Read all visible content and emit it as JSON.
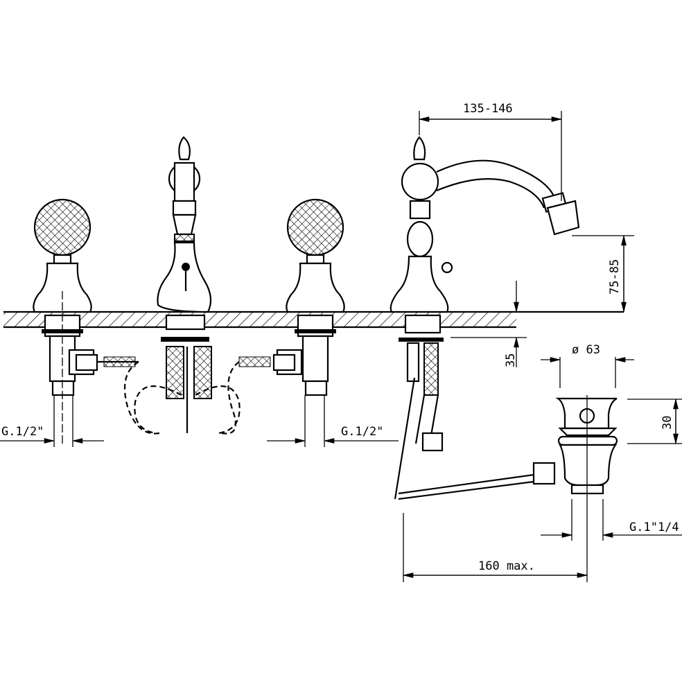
{
  "drawing": {
    "title": "Three-hole bidet mixer with pop-up waste",
    "dimensions": {
      "spout_reach": "135-146",
      "spout_height": "75-85",
      "deck_thickness": "35",
      "waste_diameter": "ø 63",
      "waste_height": "30",
      "left_connection": "G.1/2\"",
      "right_connection": "G.1/2\"",
      "waste_thread": "G.1\"1/4",
      "rod_length": "160 max."
    },
    "colors": {
      "line": "#000000",
      "background": "#ffffff"
    }
  }
}
